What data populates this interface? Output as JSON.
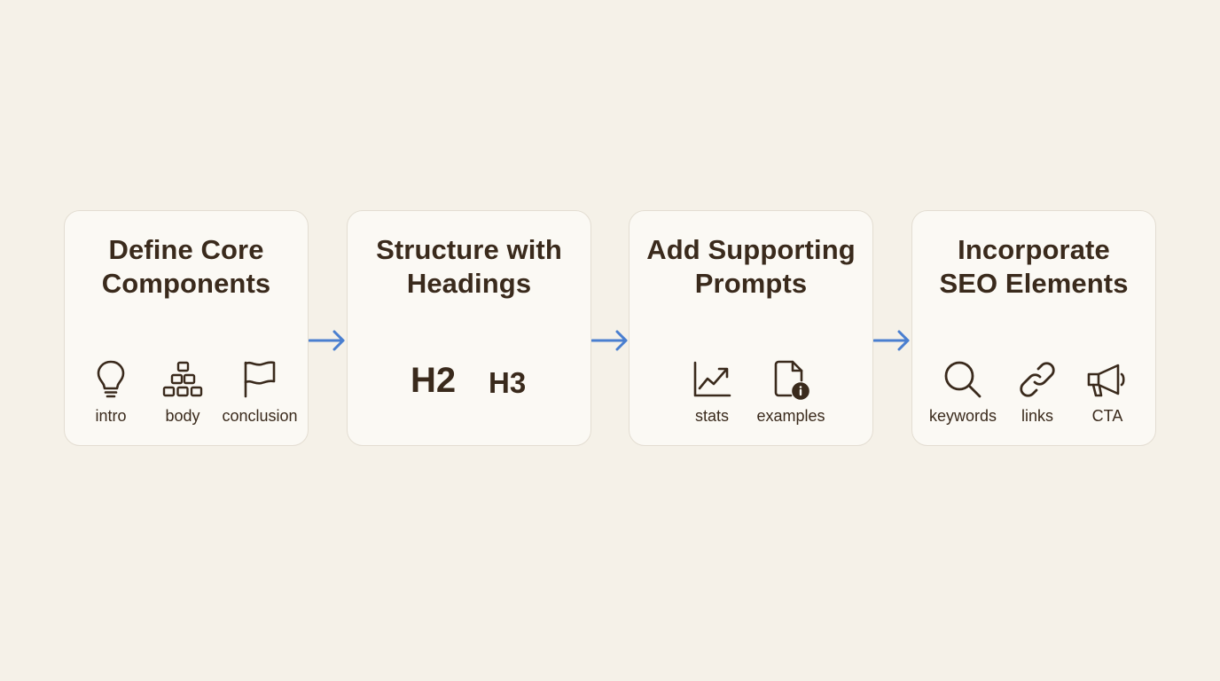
{
  "colors": {
    "background": "#f5f1e8",
    "card": "#fbf9f4",
    "card_border": "#e3ddd2",
    "text": "#3a2a1c",
    "arrow": "#4a7fd0"
  },
  "steps": [
    {
      "title_line1": "Define Core",
      "title_line2": "Components",
      "items": [
        {
          "label": "intro",
          "icon": "lightbulb-icon"
        },
        {
          "label": "body",
          "icon": "blocks-icon"
        },
        {
          "label": "conclusion",
          "icon": "flag-icon"
        }
      ]
    },
    {
      "title_line1": "Structure with",
      "title_line2": "Headings",
      "tags": [
        "H2",
        "H3"
      ]
    },
    {
      "title_line1": "Add Supporting",
      "title_line2": "Prompts",
      "items": [
        {
          "label": "stats",
          "icon": "trend-chart-icon"
        },
        {
          "label": "examples",
          "icon": "document-info-icon"
        }
      ]
    },
    {
      "title_line1": "Incorporate",
      "title_line2": "SEO Elements",
      "items": [
        {
          "label": "keywords",
          "icon": "search-icon"
        },
        {
          "label": "links",
          "icon": "link-icon"
        },
        {
          "label": "CTA",
          "icon": "megaphone-icon"
        }
      ]
    }
  ]
}
